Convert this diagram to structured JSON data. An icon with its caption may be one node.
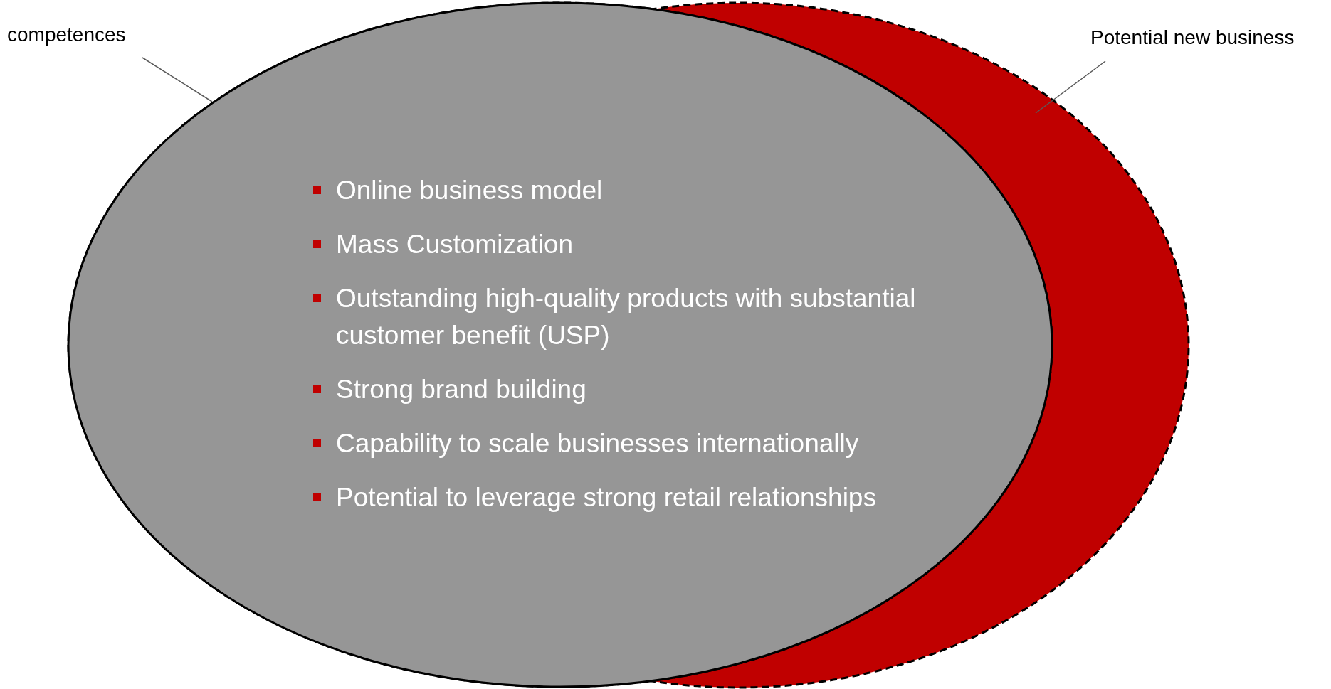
{
  "diagram": {
    "nodes": [
      {
        "text": [],
        "shape": "ellipse"
      },
      {
        "text": [
          "Online business model",
          "Mass Customization",
          "Outstanding high-quality products with substantial customer benefit (USP)",
          "Strong brand building",
          "Capability to scale businesses internationally",
          "Potential to leverage strong retail relationships"
        ]
      },
      {
        "text": [
          "competences"
        ]
      },
      {
        "text": [
          "Potential new business"
        ]
      }
    ],
    "edges": [
      {
        "from": 2,
        "to": 1,
        "arrow": "none"
      },
      {
        "from": 3,
        "to": 0,
        "arrow": "none"
      }
    ]
  }
}
